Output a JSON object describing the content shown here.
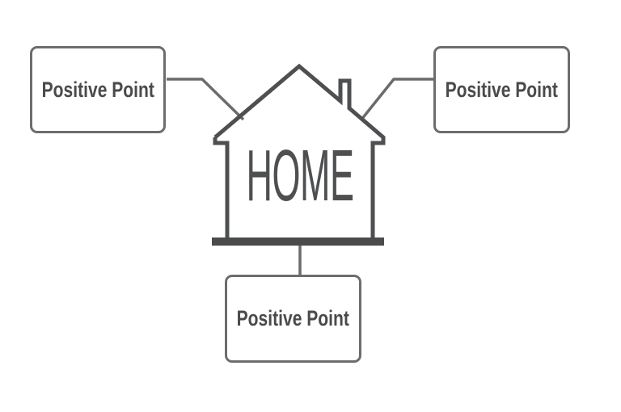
{
  "diagram": {
    "center": {
      "label": "HOME"
    },
    "nodes": [
      {
        "position": "left",
        "label": "Positive Point"
      },
      {
        "position": "right",
        "label": "Positive Point"
      },
      {
        "position": "bottom",
        "label": "Positive Point"
      }
    ],
    "colors": {
      "background": "#ffffff",
      "house_stroke": "#4e4f51",
      "base_bar": "#4a4b4d",
      "box_border": "#6d6d6d",
      "connector": "#6b6b6b",
      "box_text": "#4a4a4b",
      "home_text": "#4e4f51"
    }
  }
}
